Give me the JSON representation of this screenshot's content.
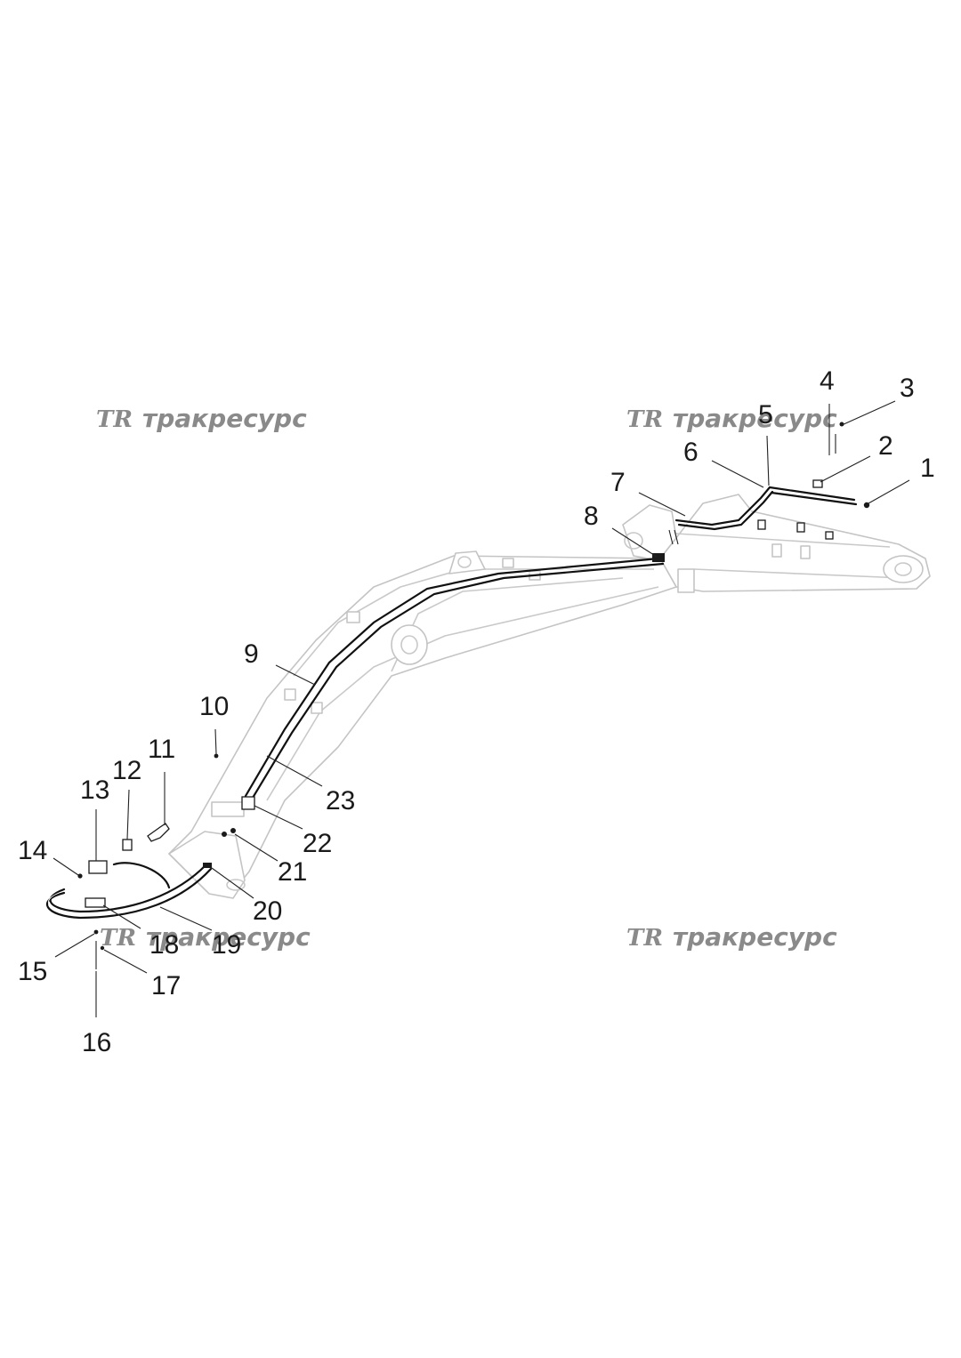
{
  "watermark": {
    "logo": "TR",
    "text": "тракресурс",
    "color": "#8a8a8a"
  },
  "callouts": [
    {
      "id": 1,
      "label": "1"
    },
    {
      "id": 2,
      "label": "2"
    },
    {
      "id": 3,
      "label": "3"
    },
    {
      "id": 4,
      "label": "4"
    },
    {
      "id": 5,
      "label": "5"
    },
    {
      "id": 6,
      "label": "6"
    },
    {
      "id": 7,
      "label": "7"
    },
    {
      "id": 8,
      "label": "8"
    },
    {
      "id": 9,
      "label": "9"
    },
    {
      "id": 10,
      "label": "10"
    },
    {
      "id": 11,
      "label": "11"
    },
    {
      "id": 12,
      "label": "12"
    },
    {
      "id": 13,
      "label": "13"
    },
    {
      "id": 14,
      "label": "14"
    },
    {
      "id": 15,
      "label": "15"
    },
    {
      "id": 16,
      "label": "16"
    },
    {
      "id": 17,
      "label": "17"
    },
    {
      "id": 18,
      "label": "18"
    },
    {
      "id": 19,
      "label": "19"
    },
    {
      "id": 20,
      "label": "20"
    },
    {
      "id": 21,
      "label": "21"
    },
    {
      "id": 22,
      "label": "22"
    },
    {
      "id": 23,
      "label": "23"
    }
  ],
  "colors": {
    "outline": "#c9c9c9",
    "hose": "#111111",
    "label": "#1a1a1a"
  }
}
